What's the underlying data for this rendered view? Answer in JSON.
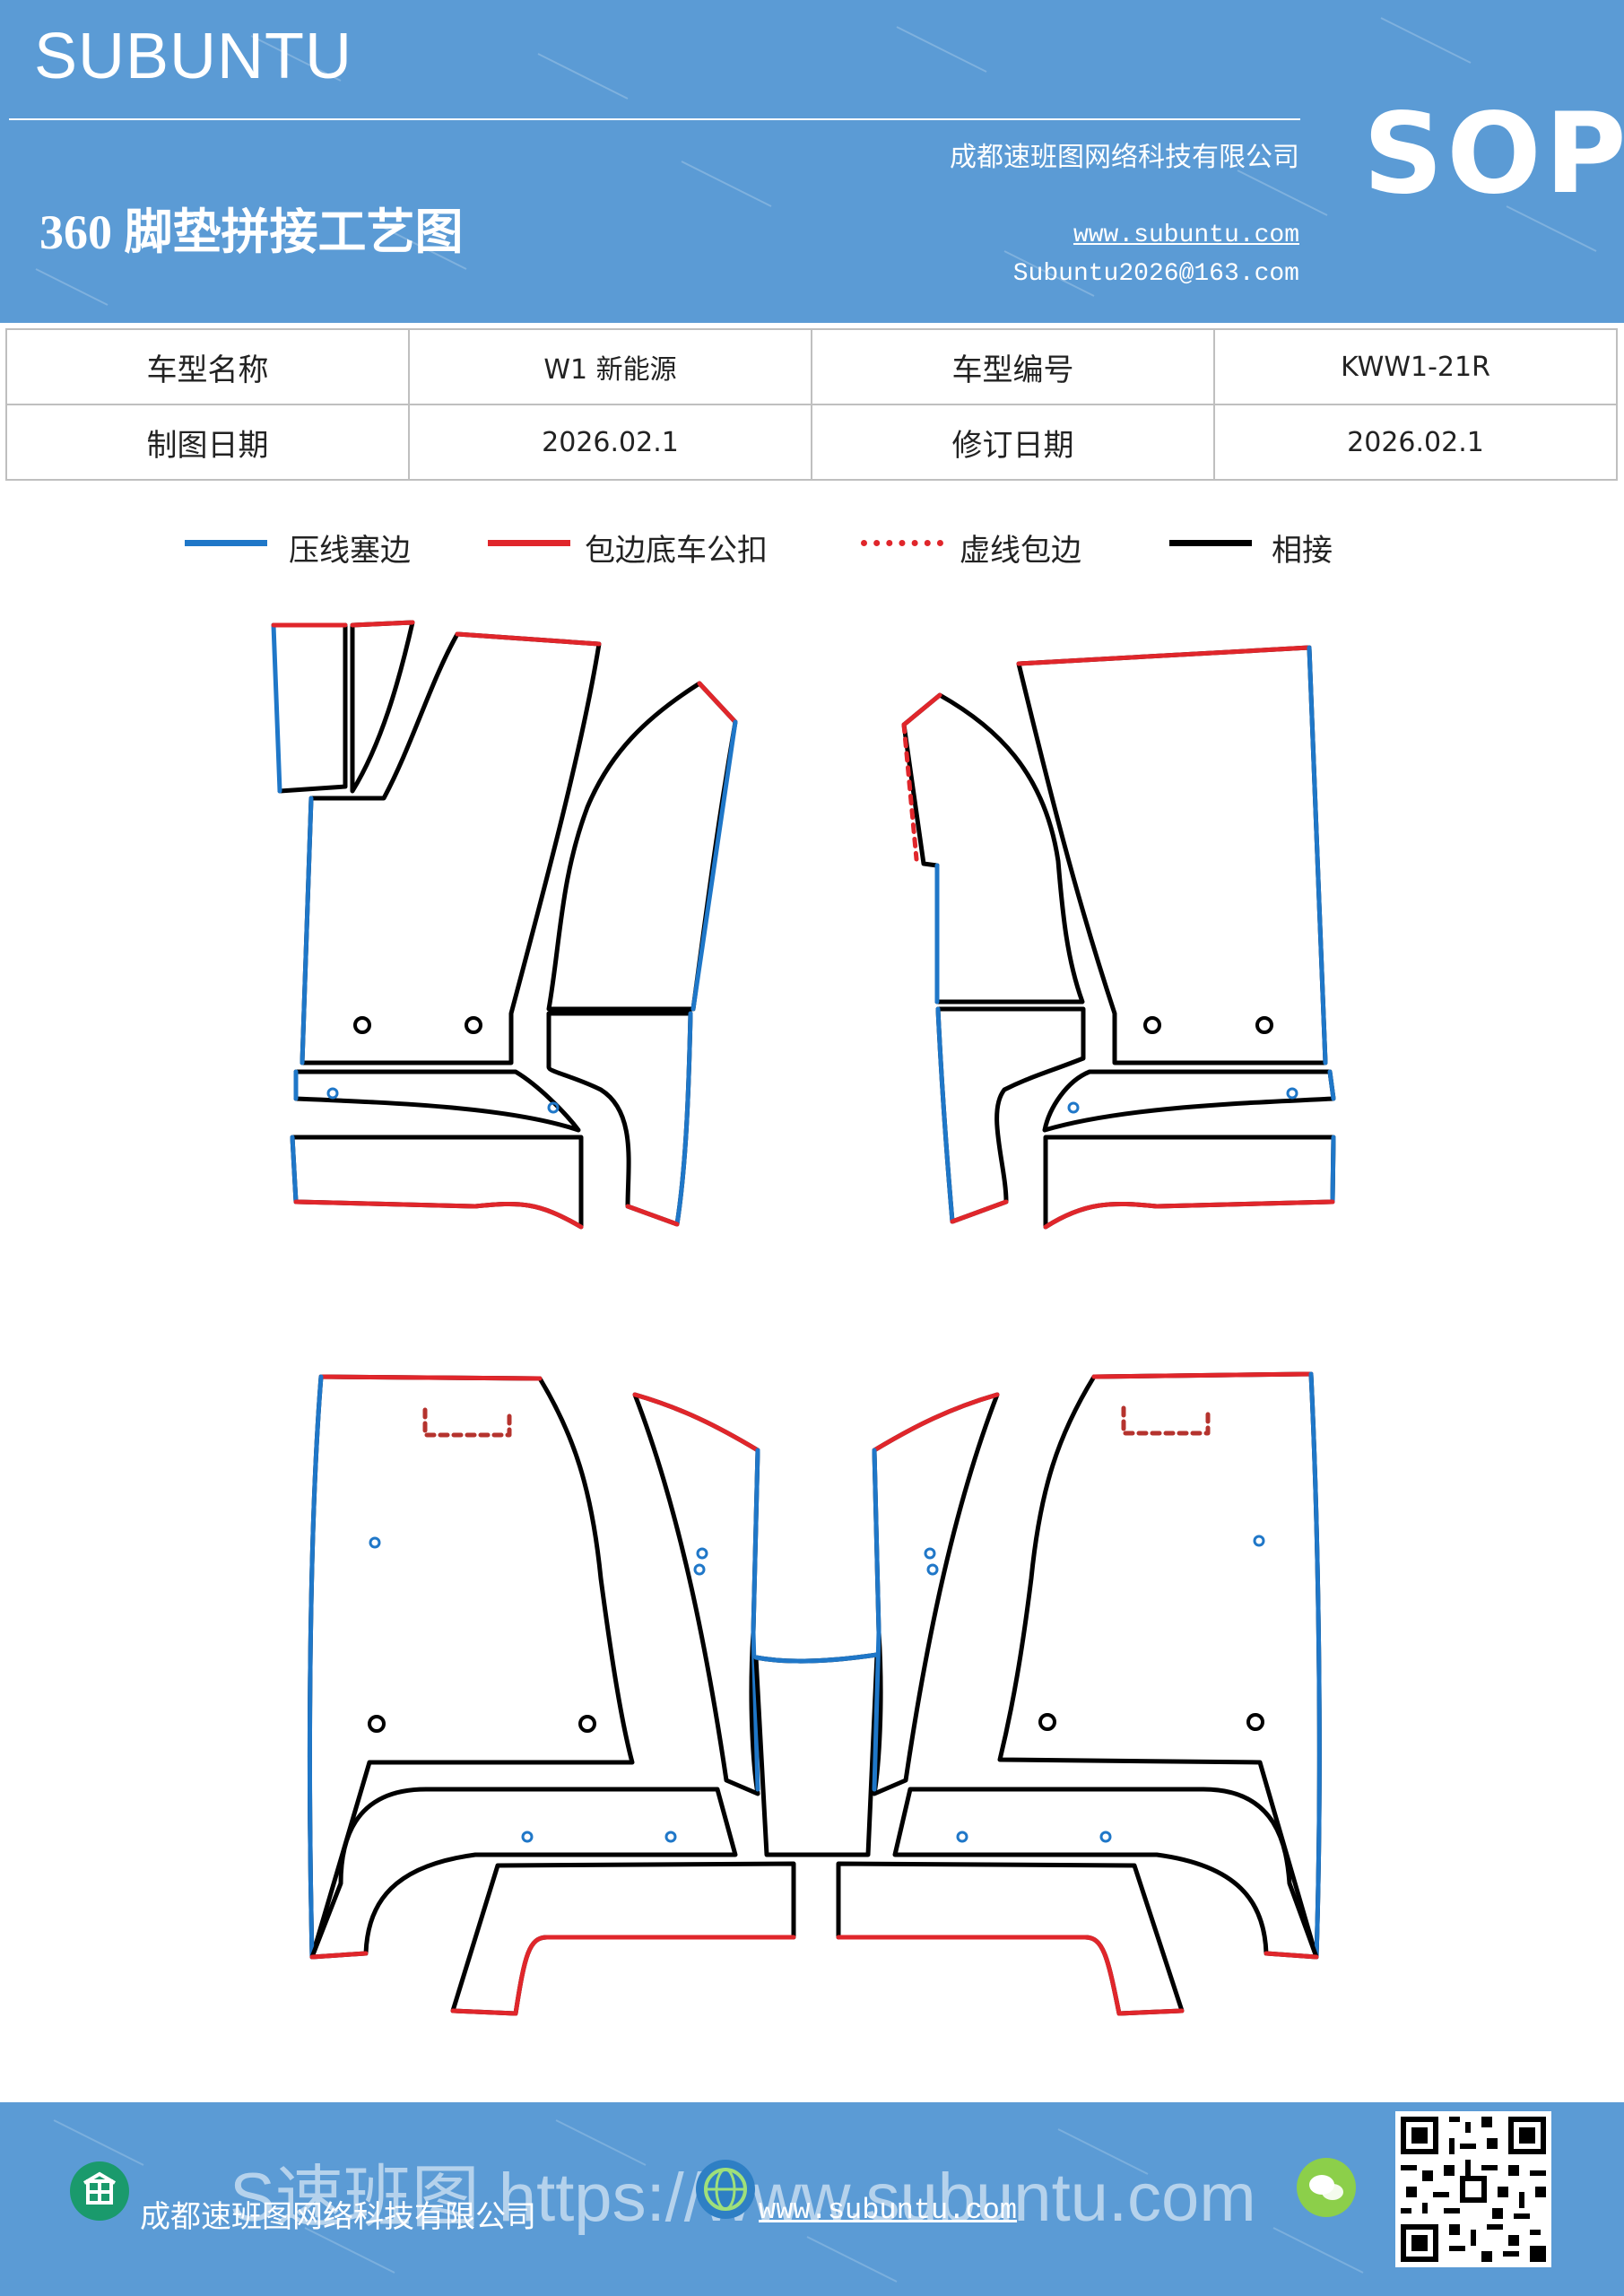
{
  "header": {
    "brand": "SUBUNTU",
    "title": "360 脚垫拼接工艺图",
    "company": "成都速班图网络科技有限公司",
    "website": "www.subuntu.com",
    "email": "Subuntu2026@163.com",
    "badge": "SOP"
  },
  "info_table": {
    "rows": [
      {
        "label1": "车型名称",
        "value1": "W1 新能源",
        "label2": "车型编号",
        "value2": "KWW1-21R"
      },
      {
        "label1": "制图日期",
        "value1": "2026.02.1",
        "label2": "修订日期",
        "value2": "2026.02.1"
      }
    ]
  },
  "legend": [
    {
      "label": "压线塞边",
      "color": "#1f77c8",
      "style": "solid"
    },
    {
      "label": "包边底车公扣",
      "color": "#e0262b",
      "style": "solid"
    },
    {
      "label": "虚线包边",
      "color": "#e0262b",
      "style": "dashed"
    },
    {
      "label": "相接",
      "color": "#000000",
      "style": "solid"
    }
  ],
  "colors": {
    "header_bg": "#5b9bd5",
    "seam_blue": "#1f77c8",
    "edge_red": "#e0262b",
    "join_black": "#000000"
  },
  "footer": {
    "company": "成都速班图网络科技有限公司",
    "website": "www.subuntu.com",
    "ghost_text": "S速班图 https://www.subuntu.com",
    "icons": [
      "building-icon",
      "globe-icon",
      "wechat-icon",
      "qr-code-icon"
    ]
  }
}
